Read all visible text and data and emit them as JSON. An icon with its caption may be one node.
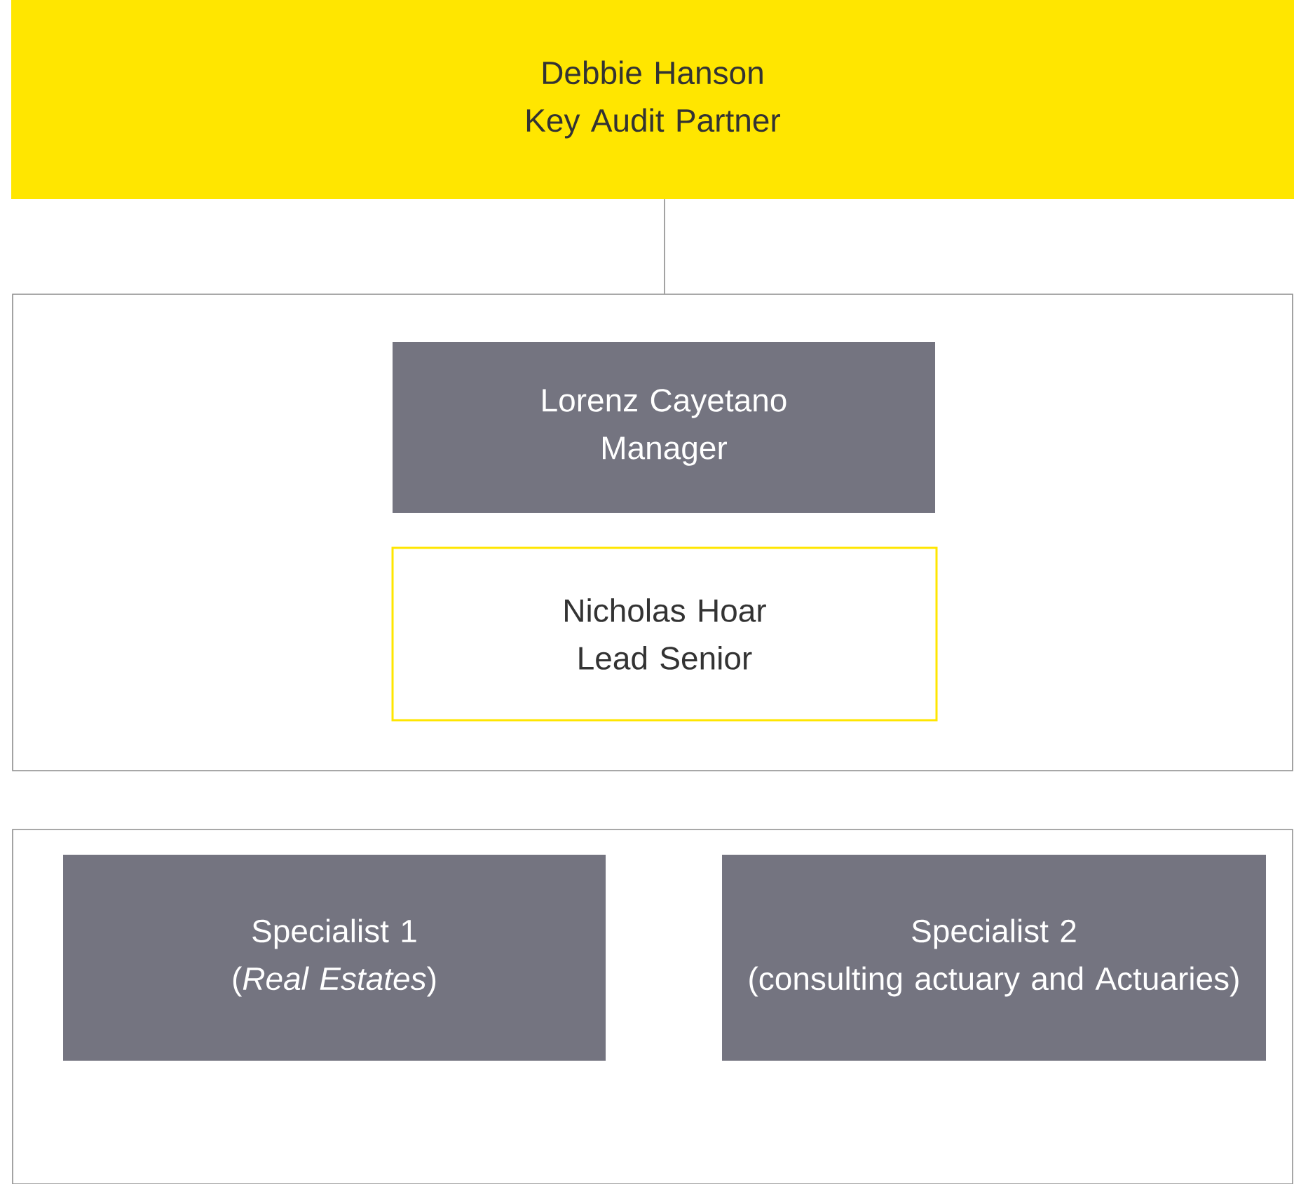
{
  "diagram": {
    "nodes": [
      {
        "text": [
          "Debbie Hanson",
          "Key Audit Partner"
        ]
      },
      {
        "text": [],
        "shape": "box"
      },
      {
        "text": [
          "Lorenz Cayetano",
          "Manager"
        ],
        "in": 1
      },
      {
        "text": [
          "Nicholas Hoar",
          "Lead Senior"
        ],
        "in": 1
      },
      {
        "text": [],
        "shape": "box"
      },
      {
        "text": [
          "Specialist 1",
          "(*Real Estates*)"
        ],
        "in": 4
      },
      {
        "text": [
          "Specialist 2",
          "(consulting actuary and Actuaries)"
        ],
        "in": 4
      }
    ],
    "edges": [
      {
        "from": 0,
        "to": 1,
        "arrow": "none"
      }
    ]
  }
}
